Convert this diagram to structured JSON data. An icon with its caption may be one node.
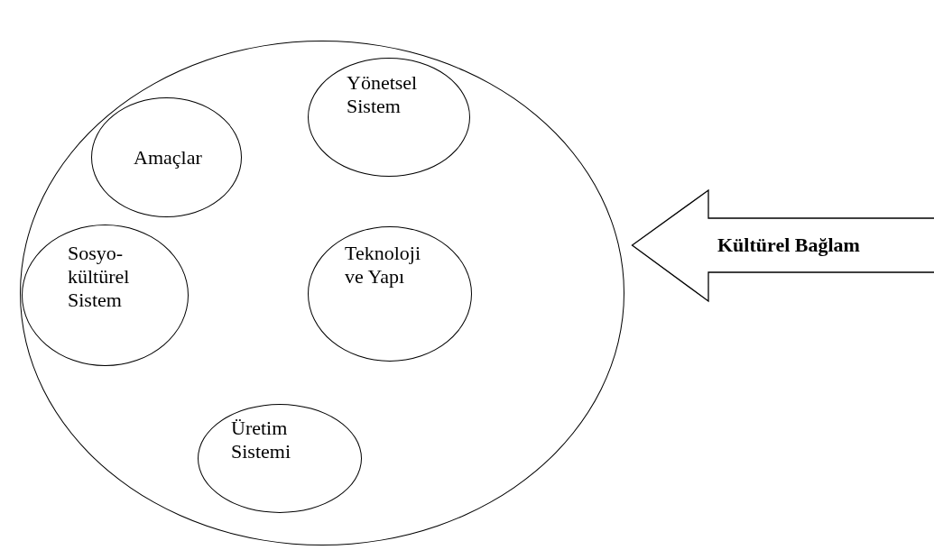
{
  "diagram": {
    "nodes": [
      {
        "text": [],
        "shape": "circle"
      },
      {
        "text": [
          "Yönetsel Sistem"
        ],
        "in": 0
      },
      {
        "text": [
          "Amaçlar"
        ],
        "in": 0
      },
      {
        "text": [
          "Sosyo- kültürel Sistem"
        ],
        "in": 0
      },
      {
        "text": [
          "Teknoloji ve Yapı"
        ],
        "in": 0
      },
      {
        "text": [
          "Üretim Sistemi"
        ],
        "in": 0
      },
      {
        "text": [
          "Kültürel Bağlam"
        ]
      }
    ],
    "edges": []
  }
}
